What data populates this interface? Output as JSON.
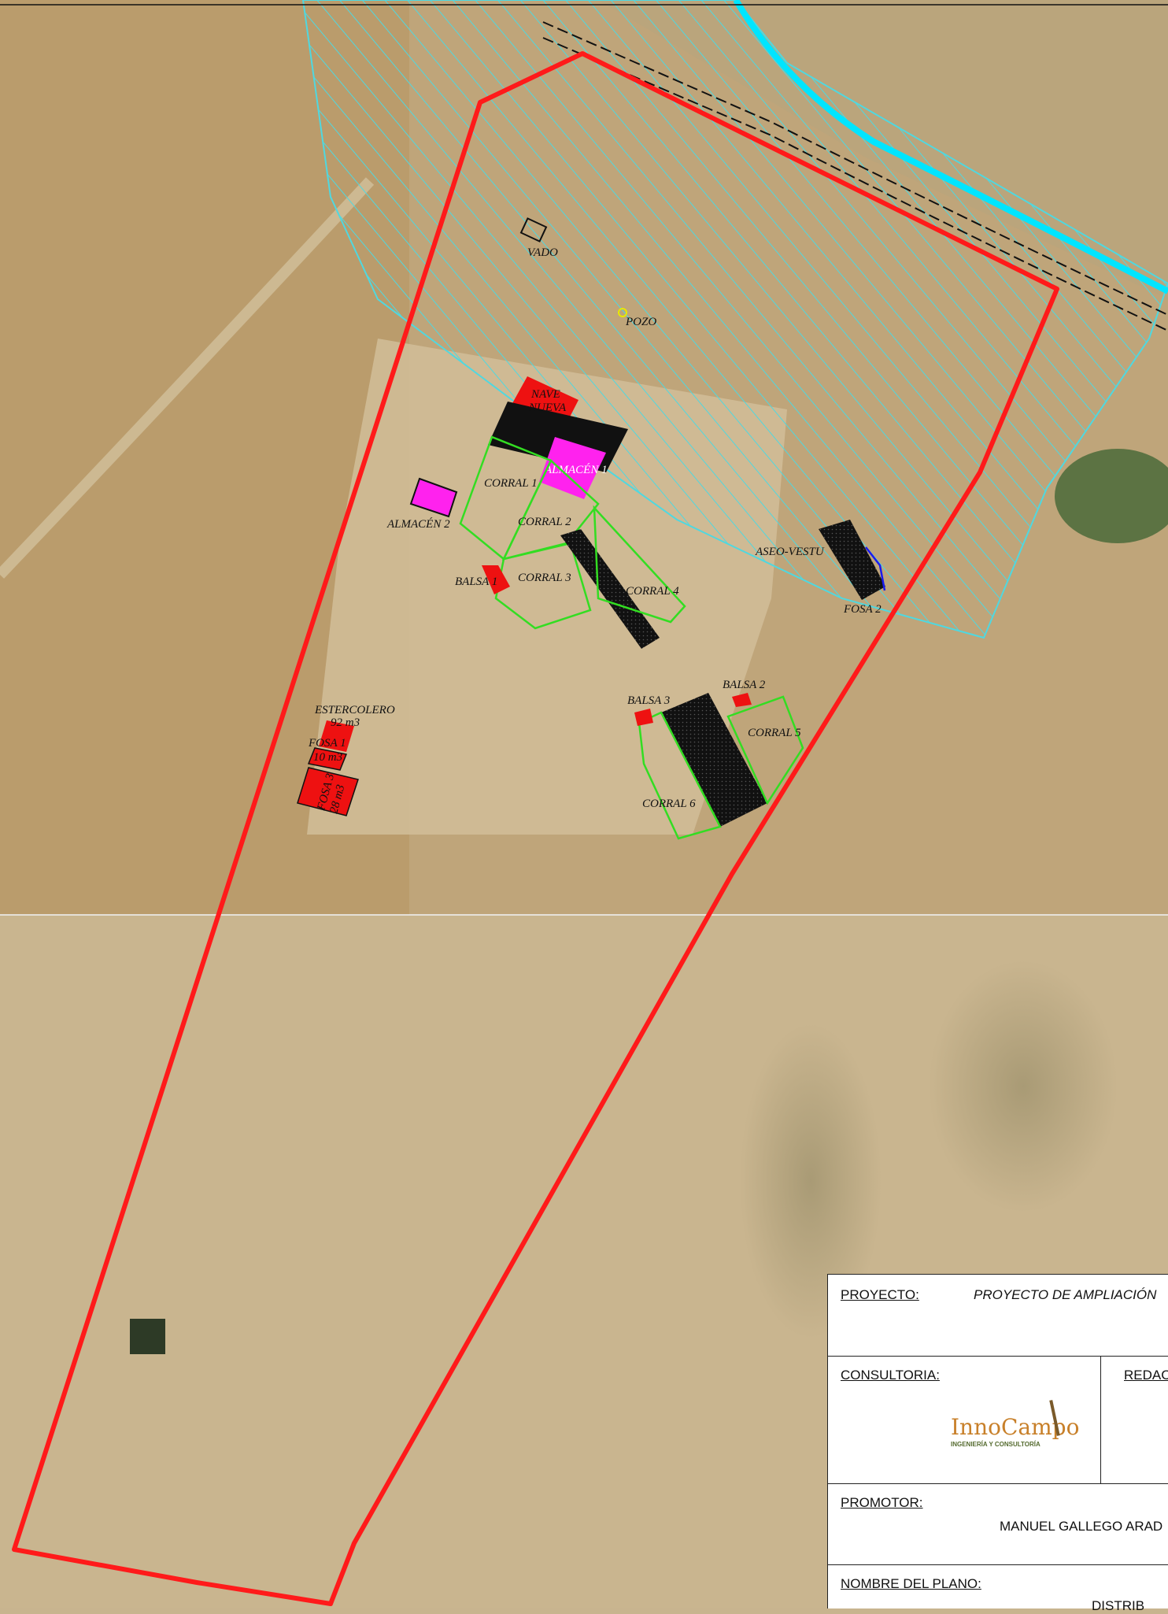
{
  "colors": {
    "boundary": "#ff1a1a",
    "flood_zone": "#4fd8e0",
    "river": "#00e5ff",
    "corral": "#33dd22",
    "storage": "#ff22ee",
    "building": "#111111",
    "pool": "#ee1111"
  },
  "labels": {
    "vado": "VADO",
    "pozo": "POZO",
    "nave_nueva_1": "NAVE",
    "nave_nueva_2": "NUEVA",
    "almacen1": "ALMACÉN 1",
    "almacen2": "ALMACÉN 2",
    "corral1": "CORRAL 1",
    "corral2": "CORRAL 2",
    "corral3": "CORRAL 3",
    "corral4": "CORRAL 4",
    "corral5": "CORRAL 5",
    "corral6": "CORRAL 6",
    "balsa1": "BALSA 1",
    "balsa2": "BALSA 2",
    "balsa3": "BALSA 3",
    "aseo": "ASEO-VESTU",
    "fosa2": "FOSA 2",
    "estercolero": "ESTERCOLERO",
    "estercolero_vol": "92 m3",
    "fosa1": "FOSA 1",
    "fosa1_vol": "10 m3",
    "fosa3": "FOSA 3",
    "fosa3_vol": "28 m3"
  },
  "title_block": {
    "proyecto_key": "PROYECTO:",
    "proyecto_val": "PROYECTO DE AMPLIACIÓN",
    "consultoria_key": "CONSULTORIA:",
    "redac_key": "REDAC",
    "logo_text": "InnoCampo",
    "logo_sub": "INGENIERÍA Y CONSULTORÍA",
    "promotor_key": "PROMOTOR:",
    "promotor_val": "MANUEL GALLEGO ARAD",
    "plano_key": "NOMBRE DEL PLANO:",
    "plano_val": "DISTRIB"
  }
}
